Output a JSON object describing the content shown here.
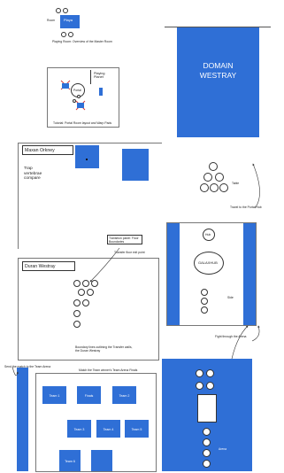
{
  "colors": {
    "accent": "#2f6fd6",
    "line": "#333333",
    "cross": "#d43a3a"
  },
  "panel1": {
    "caption": "Playing Room: Overview of the Master Room",
    "left_label": "Room",
    "blue_label": "Playa"
  },
  "panel2": {
    "label_top": "Playing",
    "label_top2": "Planet",
    "center_label": "Portal",
    "caption": "Tutorial: Portal Room layout and Warp Pads"
  },
  "domain": {
    "line1": "DOMAIN",
    "line2": "WESTRAY"
  },
  "panel3": {
    "title": "Maxan Orkney",
    "text": "Trap\nvertebrae\ncompare"
  },
  "panel4": {
    "title": "Duran Westray",
    "note": "Transition panel: Floor Boundaries",
    "caption_right": "Transfer floor exit point",
    "caption_bottom": "Boundary lines outlining the Transfer walls,\nthe Duran Westray"
  },
  "right_flow": {
    "caption1": "Travel to the Portal Hub",
    "center_label": "GALAXHUB",
    "top_label": "Hub",
    "side_label": "Side",
    "caption2": "Fight through the Arena",
    "small_note": "Table"
  },
  "bottom": {
    "left_caption": "Send the match to the Team Arena",
    "caption_top": "Match the Team winner's Team Arena Finals",
    "tables": [
      "Team 1",
      "Team 2",
      "Team 3",
      "Team 4",
      "Team 5",
      "Team 6"
    ],
    "finals_label": "Finals",
    "side_label": "Arena"
  }
}
